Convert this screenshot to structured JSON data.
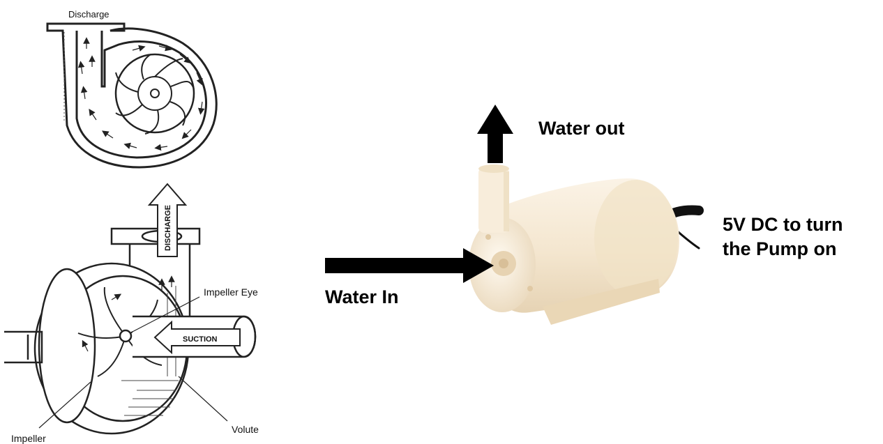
{
  "left_diagram": {
    "top_label": "Discharge",
    "discharge_arrow": "DISCHARGE",
    "suction_arrow": "SUCTION",
    "impeller_eye": "Impeller Eye",
    "impeller": "Impeller",
    "volute": "Volute"
  },
  "right_diagram": {
    "water_out": "Water out",
    "water_in": "Water In",
    "power_line1": "5V DC to turn",
    "power_line2": "the Pump on"
  },
  "colors": {
    "pump_body": "#f6ead6",
    "pump_shadow": "#e2cfb0",
    "arrow": "#000000",
    "cable": "#111111"
  }
}
